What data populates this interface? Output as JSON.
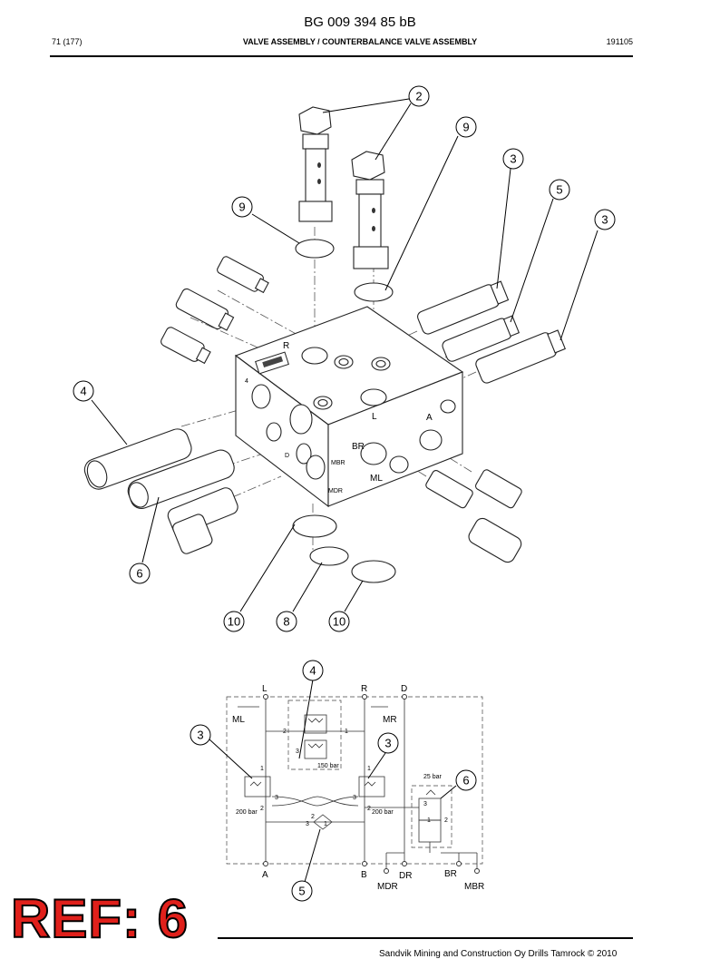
{
  "header": {
    "doc_number": "BG 009 394 85 bB",
    "page": "71 (177)",
    "title": "VALVE ASSEMBLY / COUNTERBALANCE VALVE ASSEMBLY",
    "date": "191105"
  },
  "callouts": {
    "c2": "2",
    "c9a": "9",
    "c9b": "9",
    "c3a": "3",
    "c5": "5",
    "c3b": "3",
    "c4": "4",
    "c6": "6",
    "c10a": "10",
    "c8": "8",
    "c10b": "10",
    "s4": "4",
    "s3a": "3",
    "s3b": "3",
    "s6": "6",
    "s5": "5"
  },
  "block_labels": {
    "r": "R",
    "l": "L",
    "a": "A",
    "br": "BR",
    "ml": "ML",
    "mbr": "MBR",
    "mdr": "MDR",
    "d": "D",
    "mark4": "4"
  },
  "schematic": {
    "ports_top": {
      "l": "L",
      "r": "R",
      "d": "D"
    },
    "ports_bottom": {
      "a": "A",
      "b": "B",
      "dr": "DR",
      "br": "BR"
    },
    "bottom_ports_lower": {
      "mdr": "MDR",
      "mbr": "MBR"
    },
    "side": {
      "ml": "ML",
      "mr": "MR"
    },
    "pressures": {
      "p150": "150 bar",
      "p200a": "200 bar",
      "p200b": "200 bar",
      "p25": "25 bar"
    },
    "pins": {
      "n1a": "1",
      "n2a": "2",
      "n3a": "3",
      "n1b": "1",
      "n2b": "2",
      "n3b": "3",
      "n1c": "1",
      "n2c": "2",
      "n3c": "3",
      "n1d": "1",
      "n2d": "2",
      "n3d": "3",
      "n1e": "1",
      "n2e": "2",
      "n3e": "3"
    }
  },
  "stamp": "REF: 6",
  "footer": "Sandvik Mining and Construction Oy Drills Tamrock © 2010"
}
